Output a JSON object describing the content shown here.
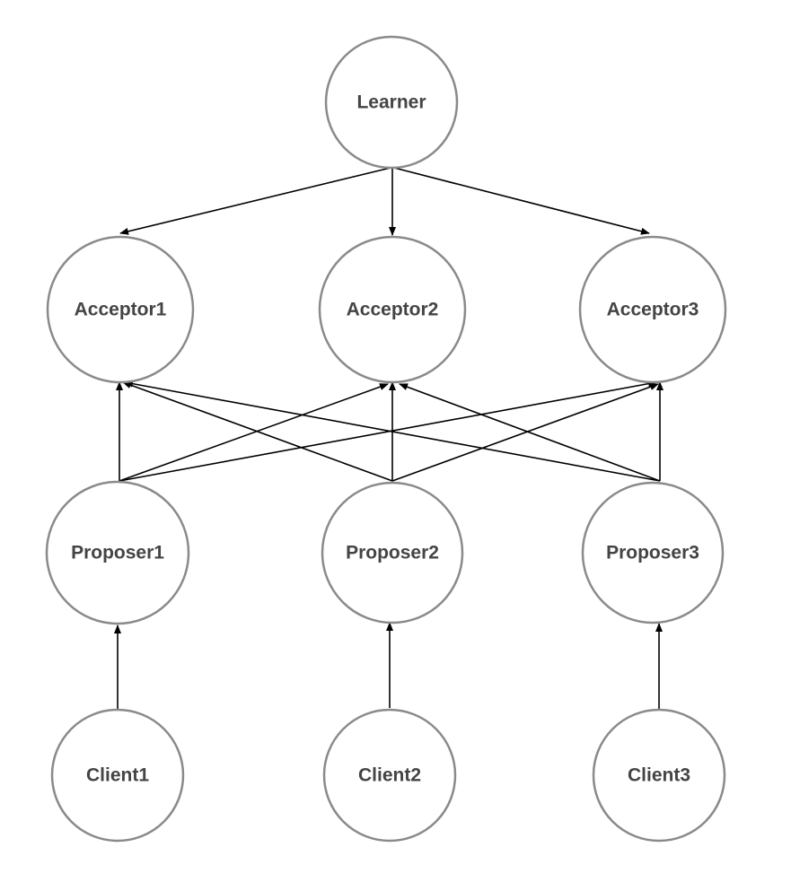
{
  "nodes": {
    "learner": "Learner",
    "acceptor1": "Acceptor1",
    "acceptor2": "Acceptor2",
    "acceptor3": "Acceptor3",
    "proposer1": "Proposer1",
    "proposer2": "Proposer2",
    "proposer3": "Proposer3",
    "client1": "Client1",
    "client2": "Client2",
    "client3": "Client3"
  },
  "edges": [
    {
      "from": "learner",
      "to": "acceptor1"
    },
    {
      "from": "learner",
      "to": "acceptor2"
    },
    {
      "from": "learner",
      "to": "acceptor3"
    },
    {
      "from": "proposer1",
      "to": "acceptor1"
    },
    {
      "from": "proposer1",
      "to": "acceptor2"
    },
    {
      "from": "proposer1",
      "to": "acceptor3"
    },
    {
      "from": "proposer2",
      "to": "acceptor1"
    },
    {
      "from": "proposer2",
      "to": "acceptor2"
    },
    {
      "from": "proposer2",
      "to": "acceptor3"
    },
    {
      "from": "proposer3",
      "to": "acceptor1"
    },
    {
      "from": "proposer3",
      "to": "acceptor2"
    },
    {
      "from": "proposer3",
      "to": "acceptor3"
    },
    {
      "from": "client1",
      "to": "proposer1"
    },
    {
      "from": "client2",
      "to": "proposer2"
    },
    {
      "from": "client3",
      "to": "proposer3"
    }
  ]
}
